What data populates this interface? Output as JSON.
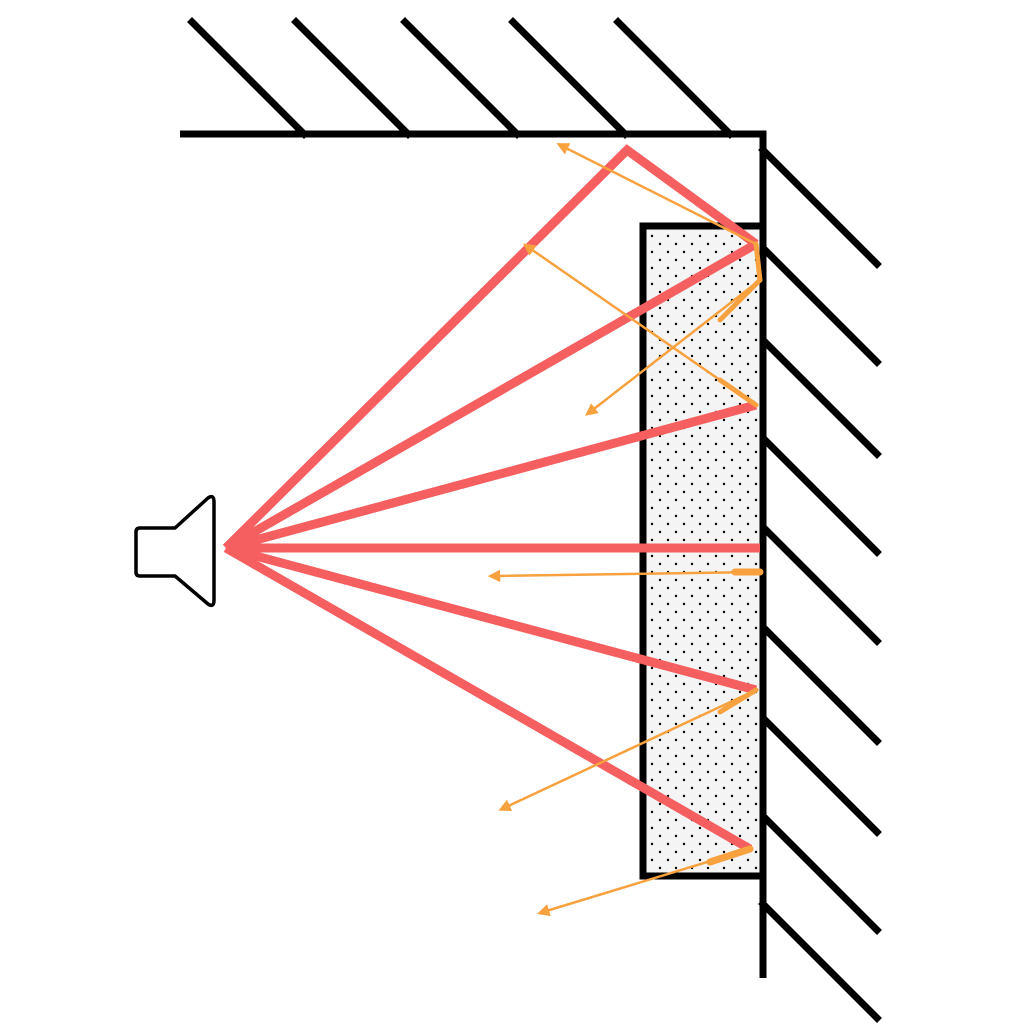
{
  "colors": {
    "background": "#ffffff",
    "wall": "#000000",
    "incident_ray": "#f55f5f",
    "reflected_ray": "#f7a13f",
    "absorber_fill": "#f4f4f4",
    "absorber_dots": "#000000",
    "speaker_outline": "#000000"
  },
  "elements": {
    "ceiling": "hatched-ceiling",
    "wall": "hatched-wall",
    "absorber": "sound-absorbing-panel",
    "source": "loudspeaker-icon"
  }
}
